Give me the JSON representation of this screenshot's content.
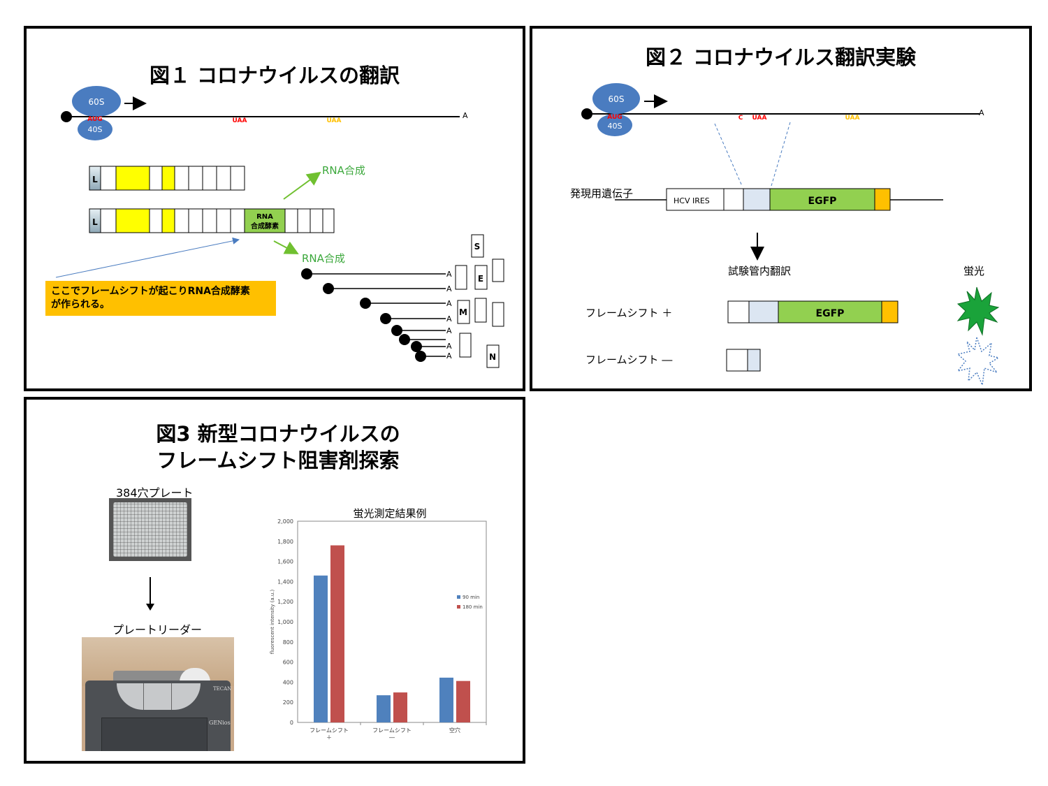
{
  "panel1": {
    "title": "図１ コロナウイルスの翻訳",
    "ribosome_large": "60S",
    "ribosome_small": "40S",
    "start_codon": "AUG",
    "stop_codon_1": "UAA",
    "stop_codon_2": "UAA",
    "poly_a": "A",
    "leader_label": "L",
    "rdrp_label_line1": "RNA",
    "rdrp_label_line2": "合成酵素",
    "rna_synthesis_1": "RNA合成",
    "rna_synthesis_2": "RNA合成",
    "note_line1": "ここでフレームシフトが起こりRNA合成酵素",
    "note_line2": "が作られる。",
    "protein_labels": [
      "S",
      "E",
      "M",
      "N"
    ],
    "subgenomic_ends": [
      "A",
      "A",
      "A",
      "A",
      "A",
      "A",
      "A"
    ],
    "colors": {
      "ribosome": "#4a7cc0",
      "yellow": "#ffff00",
      "green": "#92d050",
      "note_bg": "#ffc000",
      "arrow_green": "#70c030",
      "red": "#ff0000",
      "orange": "#ffc000"
    }
  },
  "panel2": {
    "title": "図２ コロナウイルス翻訳実験",
    "ribosome_large": "60S",
    "ribosome_small": "40S",
    "start_codon": "AUG",
    "codon_c": "C",
    "stop_codon_1": "UAA",
    "stop_codon_2": "UAA",
    "poly_a": "A",
    "gene_label": "発現用遺伝子",
    "ires_label": "HCV IRES",
    "egfp_label": "EGFP",
    "in_vitro_label": "試験管内翻訳",
    "fluorescence_label": "蛍光",
    "fs_plus_label": "フレームシフト ＋",
    "fs_minus_label": "フレームシフト ―",
    "egfp_label_2": "EGFP"
  },
  "panel3": {
    "title_line1": "図3 新型コロナウイルスの",
    "title_line2": "フレームシフト阻害剤探索",
    "plate_label": "384穴プレート",
    "reader_label": "プレートリーダー",
    "reader_brand": "TECAN",
    "reader_model": "GENios"
  },
  "chart_data": {
    "type": "bar",
    "title": "蛍光測定結果例",
    "ylabel": "fluorescent intensity (a.u.)",
    "xlabel": "",
    "categories": [
      "フレームシフト ＋",
      "フレームシフト ―",
      "空穴"
    ],
    "category_lines": [
      [
        "フレームシフト",
        "＋"
      ],
      [
        "フレームシフト",
        "―"
      ],
      [
        "空穴"
      ]
    ],
    "series": [
      {
        "name": "90 min",
        "values": [
          1460,
          270,
          445
        ],
        "color": "#4f81bd"
      },
      {
        "name": "180 min",
        "values": [
          1760,
          298,
          412
        ],
        "color": "#c0504d"
      }
    ],
    "ylim": [
      0,
      2000
    ],
    "yticks": [
      "0",
      "200",
      "400",
      "600",
      "800",
      "1,000",
      "1,200",
      "1,400",
      "1,600",
      "1,800",
      "2,000"
    ],
    "ytick_values": [
      0,
      200,
      400,
      600,
      800,
      1000,
      1200,
      1400,
      1600,
      1800,
      2000
    ],
    "grid": false,
    "legend": "right"
  }
}
